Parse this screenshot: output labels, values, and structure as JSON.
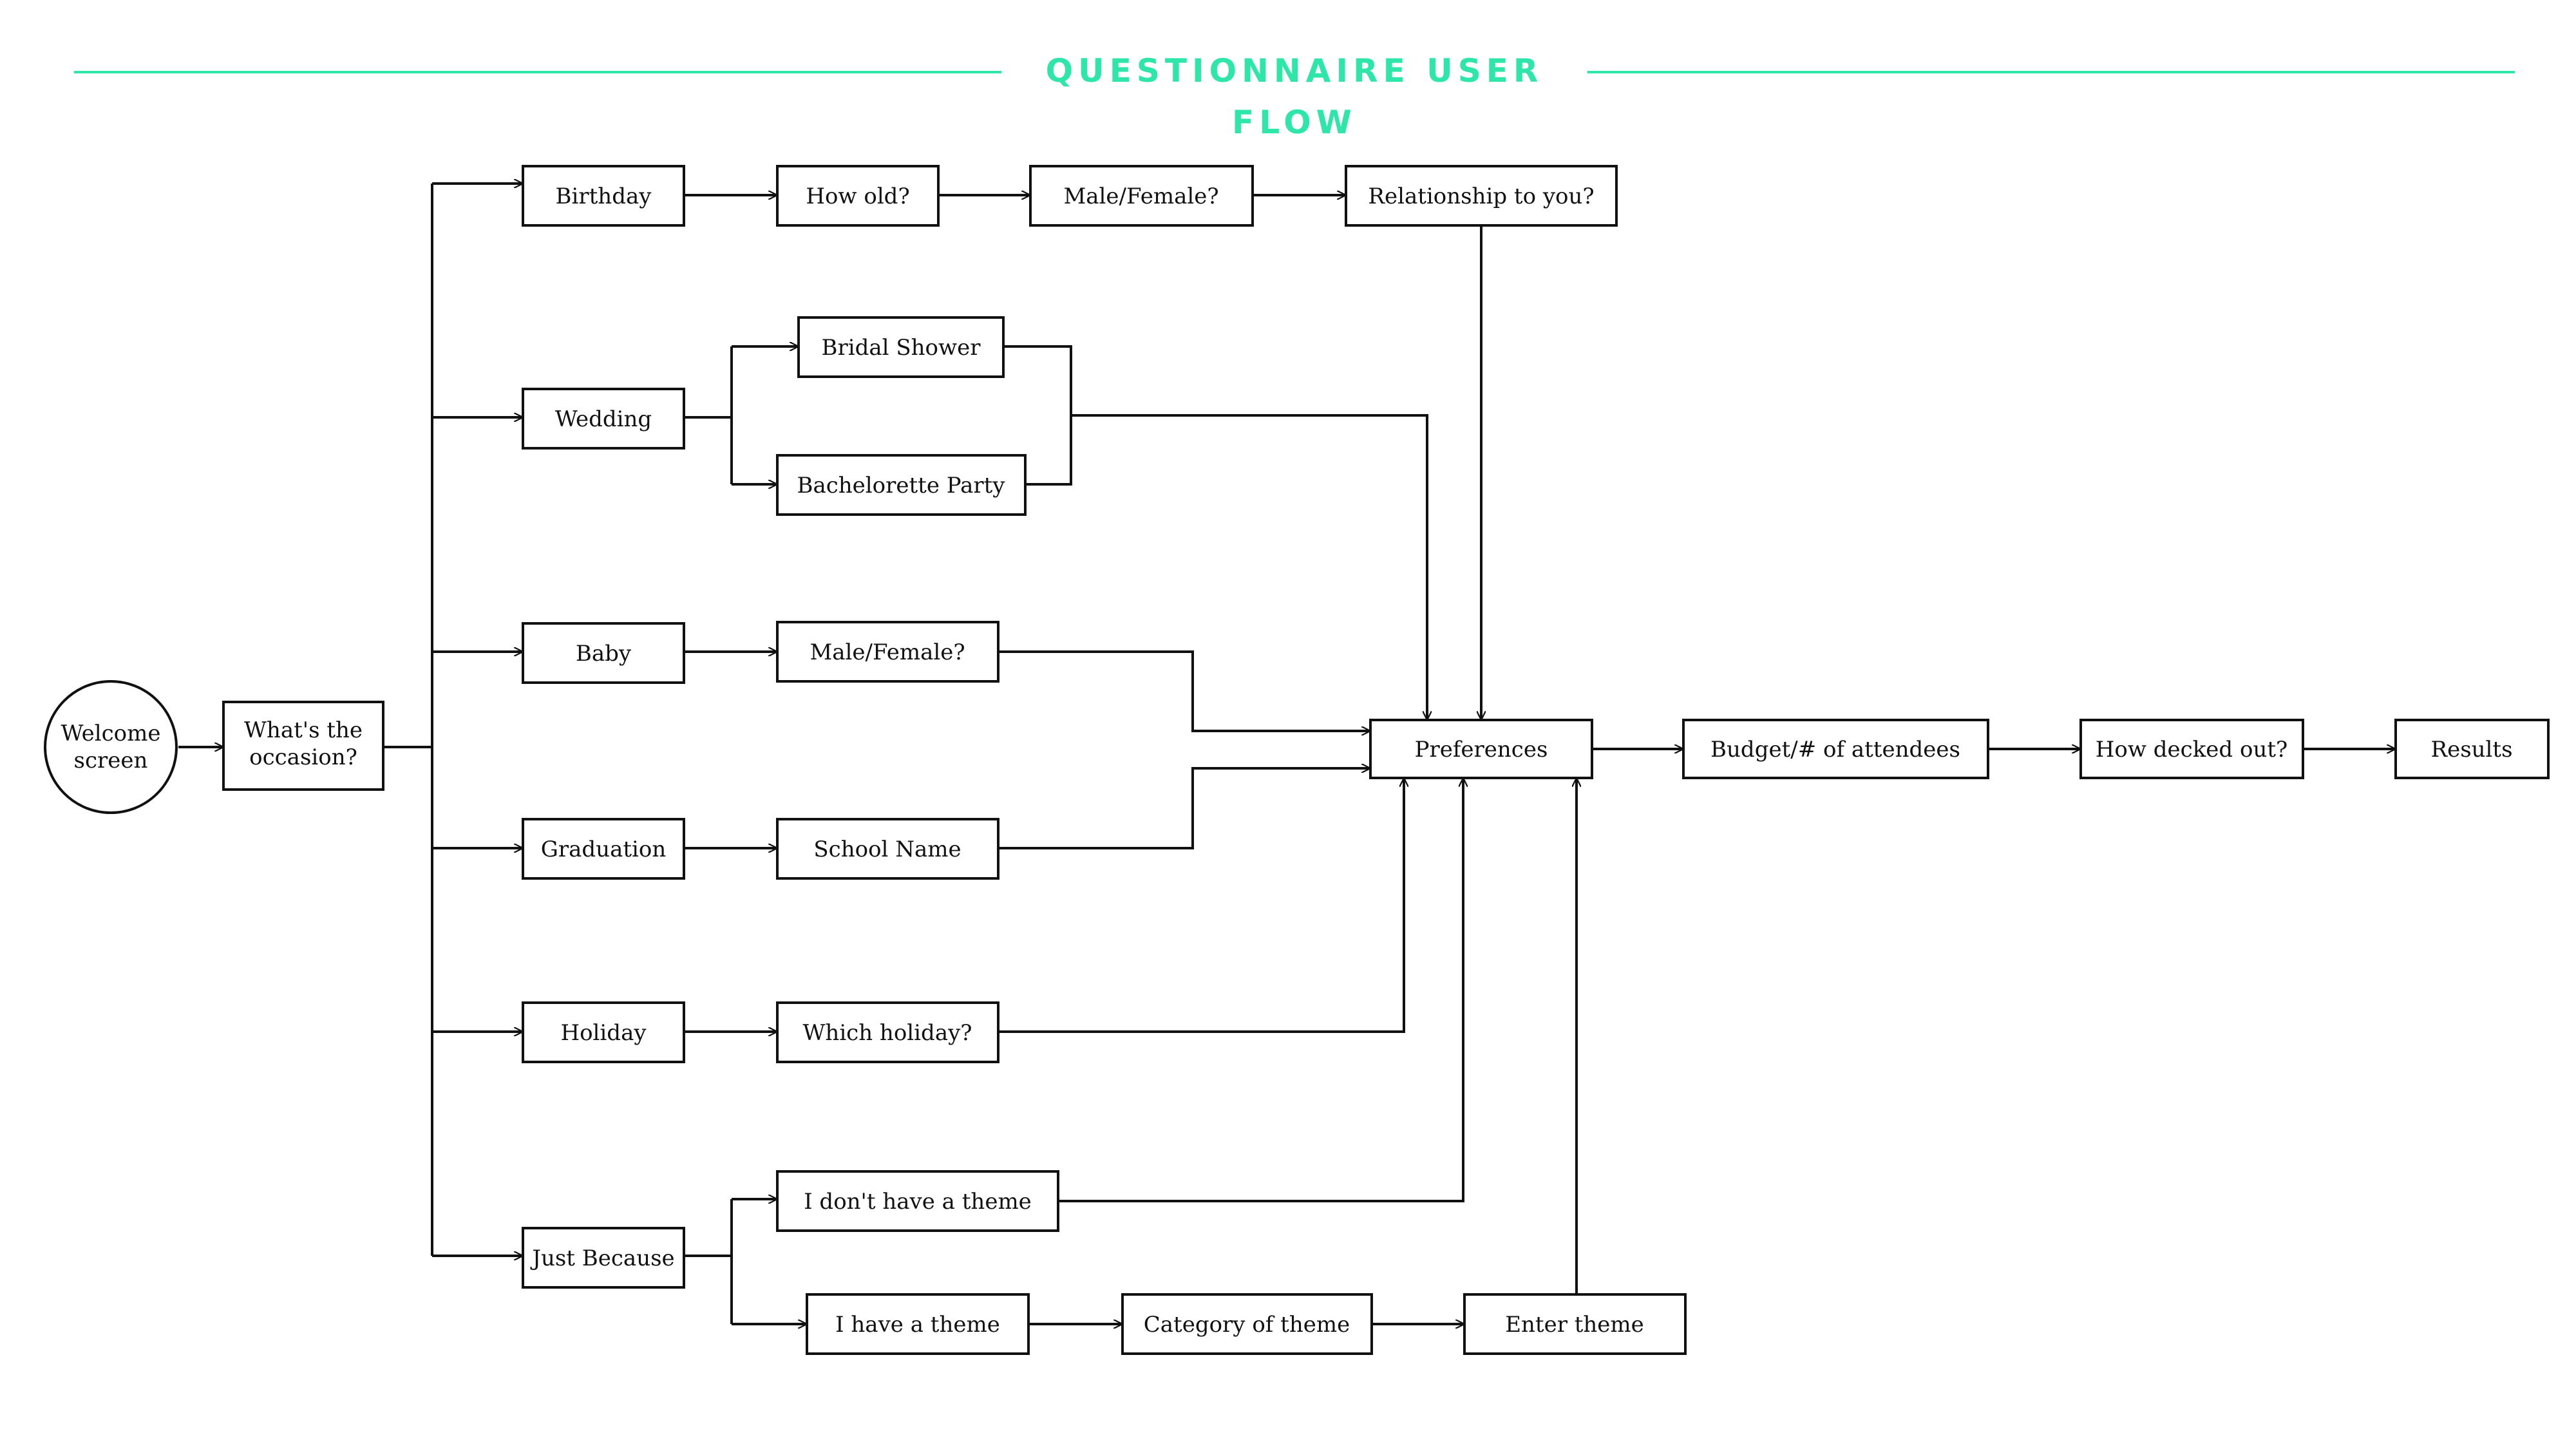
{
  "header": {
    "title": "QUESTIONNAIRE USER FLOW"
  },
  "colors": {
    "accent": "#2de6a8",
    "stroke": "#111111"
  },
  "nodes": {
    "welcome": [
      "Welcome",
      "screen"
    ],
    "occasion": [
      "What's the",
      "occasion?"
    ],
    "birthday": "Birthday",
    "how_old": "How old?",
    "birthday_gender": "Male/Female?",
    "relationship": "Relationship to you?",
    "wedding": "Wedding",
    "bridal_shower": "Bridal Shower",
    "bachelorette": "Bachelorette Party",
    "baby": "Baby",
    "baby_gender": "Male/Female?",
    "graduation": "Graduation",
    "school_name": "School Name",
    "holiday": "Holiday",
    "which_holiday": "Which holiday?",
    "just_because": "Just Because",
    "no_theme": "I don't have a theme",
    "have_theme": "I have a theme",
    "theme_category": "Category of theme",
    "enter_theme": "Enter theme",
    "preferences": "Preferences",
    "budget": "Budget/# of attendees",
    "decked_out": "How decked out?",
    "results": "Results"
  }
}
